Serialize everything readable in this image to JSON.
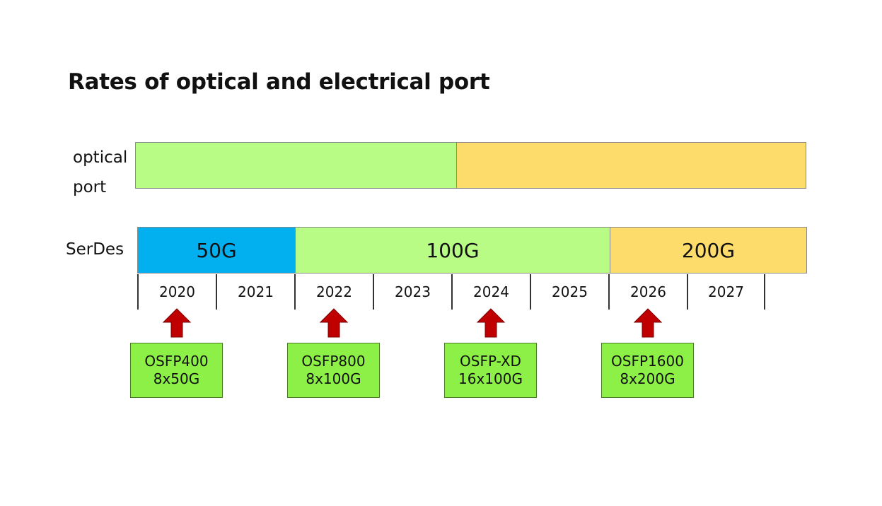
{
  "title": "Rates of optical and electrical port",
  "rows": {
    "optical_label": "optical\nport",
    "serdes_label": "SerDes"
  },
  "optical_segments": [
    {
      "color": "#b8fb85",
      "share": 0.479
    },
    {
      "color": "#fedc6b",
      "share": 0.521
    }
  ],
  "serdes_segments": [
    {
      "label": "50G",
      "color": "#02b0ef",
      "years": 2
    },
    {
      "label": "100G",
      "color": "#b8fb85",
      "years": 4
    },
    {
      "label": "200G",
      "color": "#fedc6b",
      "years": 2.5
    }
  ],
  "years": [
    "2020",
    "2021",
    "2022",
    "2023",
    "2024",
    "2025",
    "2026",
    "2027"
  ],
  "products": [
    {
      "line1": "OSFP400",
      "line2": "8x50G",
      "year": "2020"
    },
    {
      "line1": "OSFP800",
      "line2": "8x100G",
      "year": "2022"
    },
    {
      "line1": "OSFP-XD",
      "line2": "16x100G",
      "year": "2024"
    },
    {
      "line1": "OSFP1600",
      "line2": "8x200G",
      "year": "2026"
    }
  ],
  "colors": {
    "arrow": "#c00000",
    "product_box": "#8cf046"
  }
}
